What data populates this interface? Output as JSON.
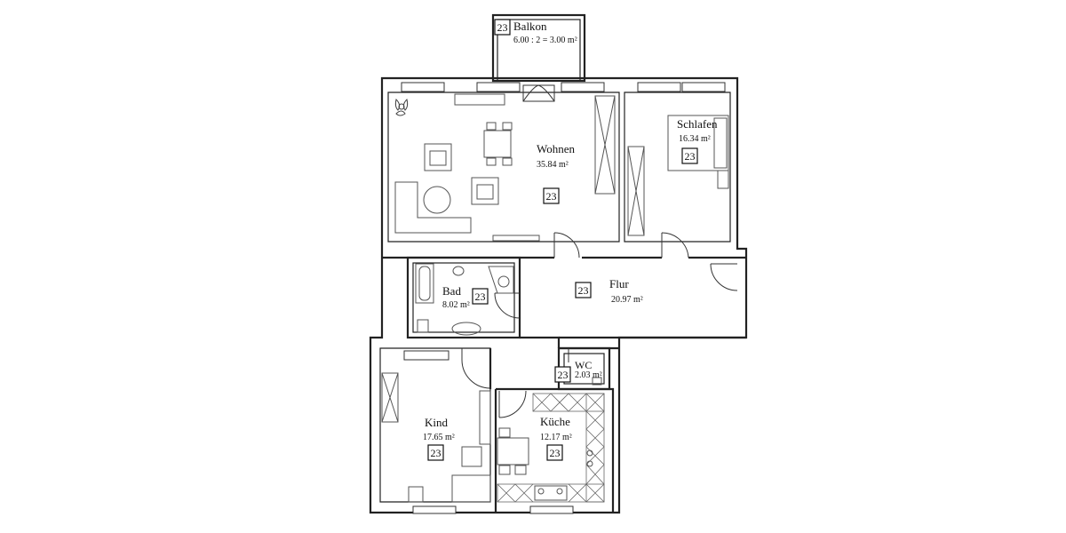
{
  "rooms": {
    "balkon": {
      "name": "Balkon",
      "area": "6.00 : 2 = 3.00 m²",
      "number": "23"
    },
    "wohnen": {
      "name": "Wohnen",
      "area": "35.84 m²",
      "number": "23"
    },
    "schlafen": {
      "name": "Schlafen",
      "area": "16.34 m²",
      "number": "23"
    },
    "bad": {
      "name": "Bad",
      "area": "8.02 m²",
      "number": "23"
    },
    "flur": {
      "name": "Flur",
      "area": "20.97 m²",
      "number": "23"
    },
    "wc": {
      "name": "WC",
      "area": "2.03 m²",
      "number": "23"
    },
    "kind": {
      "name": "Kind",
      "area": "17.65 m²",
      "number": "23"
    },
    "kueche": {
      "name": "Küche",
      "area": "12.17 m²",
      "number": "23"
    }
  },
  "colors": {
    "wall": "#222222",
    "furniture": "#555555",
    "background": "#ffffff"
  }
}
